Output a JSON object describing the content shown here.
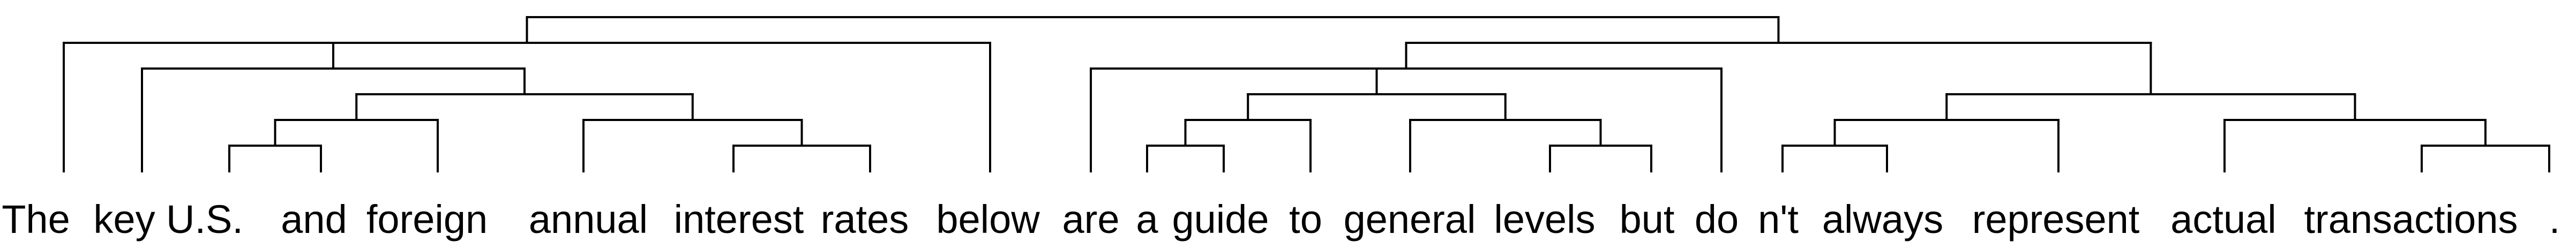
{
  "diagram": {
    "type": "dependency-tree",
    "tokens": [
      "The",
      "key",
      "U.S.",
      "and",
      "foreign",
      "annual",
      "interest",
      "rates",
      "below",
      "are",
      "a",
      "guide",
      "to",
      "general",
      "levels",
      "but",
      "do",
      "n't",
      "always",
      "represent",
      "actual",
      "transactions",
      "."
    ],
    "tree": {
      "children": [
        {
          "children": [
            {
              "leaf": 0
            },
            {
              "children": [
                {
                  "leaf": 1
                },
                {
                  "children": [
                    {
                      "children": [
                        {
                          "children": [
                            {
                              "leaf": 2
                            },
                            {
                              "leaf": 3
                            }
                          ]
                        },
                        {
                          "leaf": 4
                        }
                      ]
                    },
                    {
                      "children": [
                        {
                          "leaf": 5
                        },
                        {
                          "children": [
                            {
                              "leaf": 6
                            },
                            {
                              "leaf": 7
                            }
                          ]
                        }
                      ]
                    }
                  ]
                }
              ]
            },
            {
              "leaf": 8
            }
          ]
        },
        {
          "children": [
            {
              "children": [
                {
                  "leaf": 9
                },
                {
                  "children": [
                    {
                      "children": [
                        {
                          "children": [
                            {
                              "leaf": 10
                            },
                            {
                              "leaf": 11
                            }
                          ]
                        },
                        {
                          "leaf": 12
                        }
                      ]
                    },
                    {
                      "children": [
                        {
                          "leaf": 13
                        },
                        {
                          "children": [
                            {
                              "leaf": 14
                            },
                            {
                              "leaf": 15
                            }
                          ]
                        }
                      ]
                    }
                  ]
                },
                {
                  "leaf": 16
                }
              ]
            },
            {
              "children": [
                {
                  "children": [
                    {
                      "children": [
                        {
                          "leaf": 17
                        },
                        {
                          "leaf": 18
                        }
                      ]
                    },
                    {
                      "leaf": 19
                    }
                  ]
                },
                {
                  "children": [
                    {
                      "leaf": 20
                    },
                    {
                      "children": [
                        {
                          "leaf": 21
                        },
                        {
                          "leaf": 22
                        }
                      ]
                    }
                  ]
                }
              ]
            }
          ]
        }
      ]
    }
  },
  "display_tokens": [
    "The",
    "key",
    "U.S.",
    "and",
    "foreign",
    "annual",
    "interest",
    "rates",
    "below",
    "are",
    "a",
    "guide",
    "to",
    "general",
    "levels",
    "but",
    "do",
    "n't",
    "always",
    "represent",
    "actual",
    "transactions",
    "."
  ],
  "colors": {
    "line": "#000000",
    "text": "#000000",
    "background": "#ffffff"
  }
}
